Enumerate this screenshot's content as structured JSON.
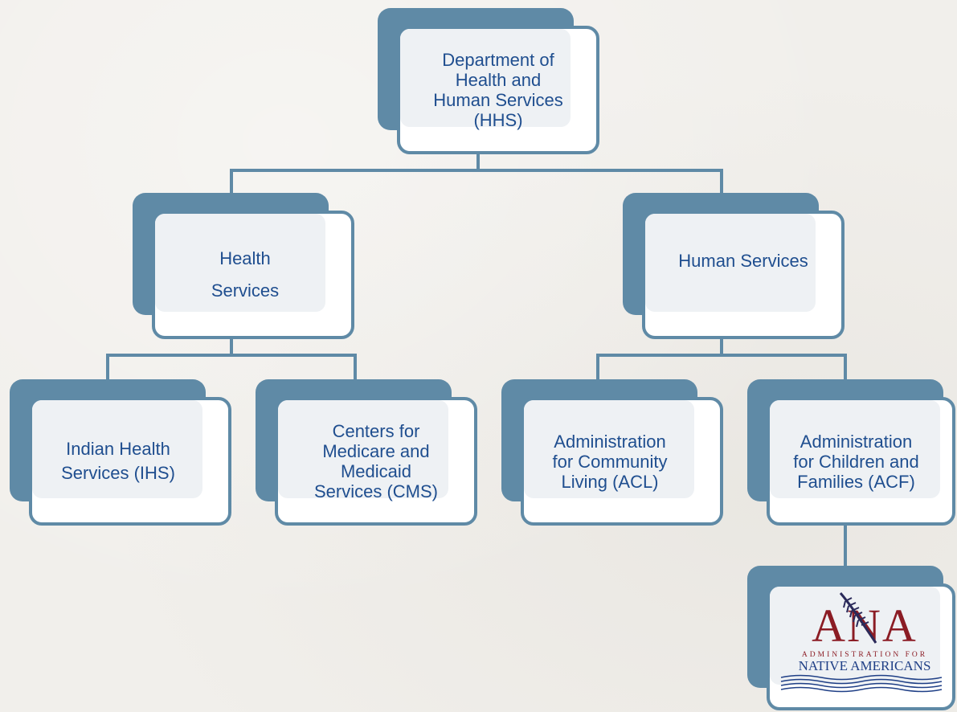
{
  "colors": {
    "accent": "#5f8aa6",
    "text": "#1f4e8f",
    "background": "#f1efeb",
    "logo_red": "#8b1c24",
    "logo_blue": "#1f3f86"
  },
  "org_chart": {
    "root": {
      "label": "Department of\nHealth and\nHuman Services\n(HHS)"
    },
    "health_services": {
      "label": "Health\nServices"
    },
    "human_services": {
      "label": "Human Services"
    },
    "ihs": {
      "label": "Indian Health\nServices (IHS)"
    },
    "cms": {
      "label": "Centers for\nMedicare and\nMedicaid\nServices (CMS)"
    },
    "acl": {
      "label": "Administration\nfor Community\nLiving (ACL)"
    },
    "acf": {
      "label": "Administration\nfor Children and\nFamilies (ACF)"
    },
    "ana_logo": {
      "letters": "ANA",
      "line1": "ADMINISTRATION FOR",
      "line2": "NATIVE AMERICANS"
    }
  }
}
